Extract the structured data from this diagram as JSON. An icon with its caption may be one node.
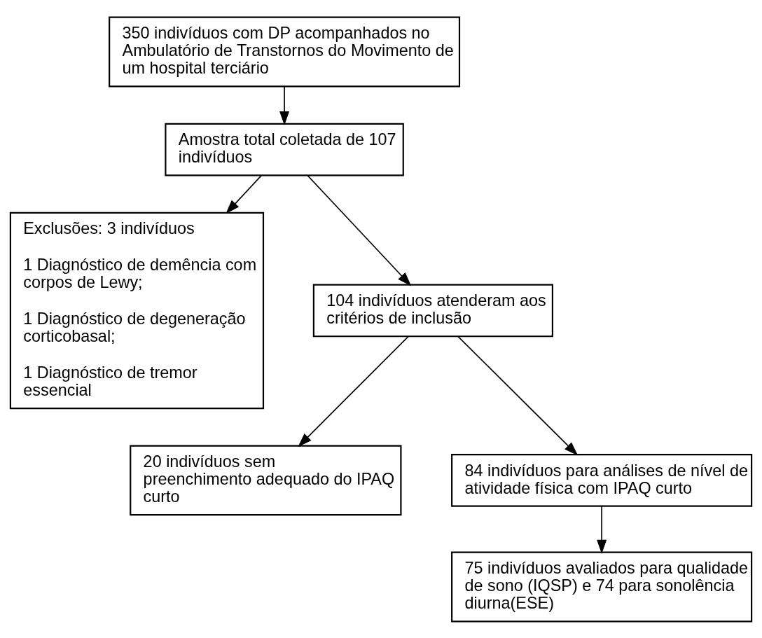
{
  "diagram": {
    "nodes": [
      {
        "text": [
          "350 indivíduos com DP acompanhados no Ambulatório de Transtornos do Movimento de um hospital terciário"
        ]
      },
      {
        "text": [
          "Amostra total coletada de 107 indivíduos"
        ]
      },
      {
        "text": [
          "Exclusões: 3 indivíduos",
          "1 Diagnóstico de demência com corpos de Lewy;",
          "1 Diagnóstico de degeneração corticobasal;",
          "1 Diagnóstico de tremor essencial"
        ]
      },
      {
        "text": [
          "104 indivíduos atenderam aos critérios de inclusão"
        ]
      },
      {
        "text": [
          "20 indivíduos sem preenchimento adequado do IPAQ curto"
        ]
      },
      {
        "text": [
          "84 indivíduos para análises de nível de atividade física com IPAQ curto"
        ]
      },
      {
        "text": [
          "75 indivíduos avaliados para qualidade de sono (IQSP) e 74 para sonolência diurna(ESE)"
        ]
      }
    ],
    "edges": [
      {
        "from": 0,
        "to": 1,
        "arrow": "to"
      },
      {
        "from": 1,
        "to": 3,
        "arrow": "to"
      },
      {
        "from": 1,
        "to": 2,
        "arrow": "to"
      },
      {
        "from": 3,
        "to": 5,
        "arrow": "to"
      },
      {
        "from": 3,
        "to": 4,
        "arrow": "to"
      },
      {
        "from": 5,
        "to": 6,
        "arrow": "to"
      }
    ]
  }
}
